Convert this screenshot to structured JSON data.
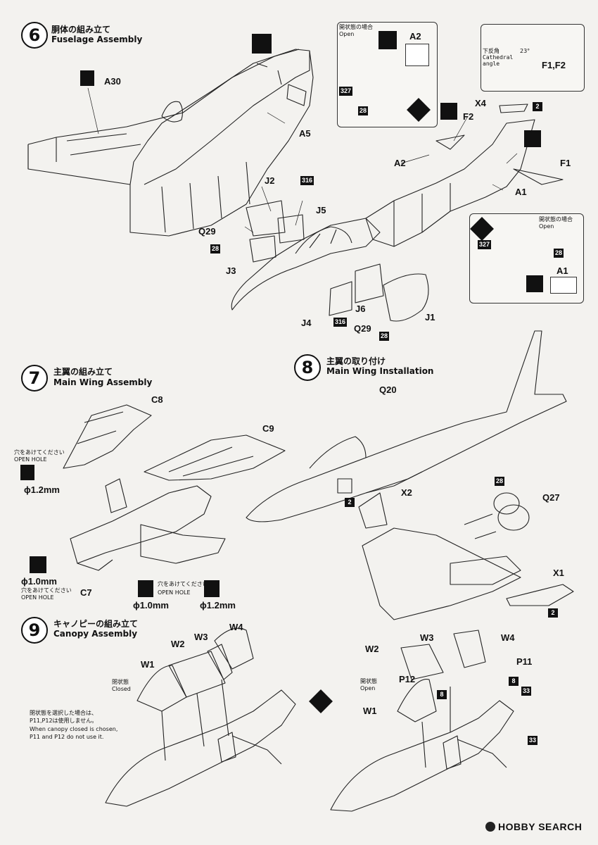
{
  "step6": {
    "num": "6",
    "jp": "胴体の組み立て",
    "en": "Fuselage Assembly",
    "labels": {
      "a30": "A30",
      "a5": "A5",
      "a2": "A2",
      "a1": "A1",
      "j2": "J2",
      "j3": "J3",
      "j5": "J5",
      "j6": "J6",
      "j4": "J4",
      "j1": "J1",
      "q29a": "Q29",
      "q29b": "Q29",
      "x4": "X4",
      "f2": "F2",
      "f1": "F1",
      "f1f2": "F1,F2"
    },
    "boxes": {
      "b316a": "316",
      "b316b": "316",
      "b28a": "28",
      "b28b": "28",
      "b2": "2"
    },
    "inset_a2": {
      "jp": "開状態の場合",
      "en": "Open",
      "label": "A2",
      "b327": "327",
      "b28": "28"
    },
    "inset_a1": {
      "jp": "開状態の場合",
      "en": "Open",
      "label": "A1",
      "b327": "327",
      "b28": "28"
    },
    "inset_f": {
      "jp": "下反角",
      "en1": "Cathedral",
      "en2": "angle",
      "deg": "23°"
    }
  },
  "step7": {
    "num": "7",
    "jp": "主翼の組み立て",
    "en": "Main Wing Assembly",
    "labels": {
      "c8": "C8",
      "c9": "C9",
      "c7": "C7"
    },
    "hole1": {
      "jp": "穴をあけてください",
      "en": "OPEN HOLE",
      "dia": "ϕ1.2mm"
    },
    "hole2": {
      "jp": "穴をあけてください",
      "en": "OPEN HOLE",
      "dia": "ϕ1.0mm"
    },
    "hole3": {
      "jp": "穴をあけてください",
      "en": "OPEN HOLE",
      "dia": "ϕ1.0mm"
    },
    "hole4": {
      "dia": "ϕ1.2mm"
    }
  },
  "step8": {
    "num": "8",
    "jp": "主翼の取り付け",
    "en": "Main Wing Installation",
    "labels": {
      "q20": "Q20",
      "x2": "X2",
      "q27": "Q27",
      "x1": "X1"
    },
    "boxes": {
      "b2a": "2",
      "b28": "28",
      "b2b": "2"
    }
  },
  "step9": {
    "num": "9",
    "jp": "キャノピーの組み立て",
    "en": "Canopy Assembly",
    "closed": {
      "jp": "閉状態",
      "en": "Closed"
    },
    "open": {
      "jp": "開状態",
      "en": "Open"
    },
    "note_jp1": "閉状態を選択した場合は、",
    "note_jp2": "P11,P12は使用しません。",
    "note_en1": "When canopy closed is chosen,",
    "note_en2": "P11 and P12 do not use it.",
    "labels_left": {
      "w1": "W1",
      "w2": "W2",
      "w3": "W3",
      "w4": "W4"
    },
    "labels_right": {
      "w1": "W1",
      "w2": "W2",
      "w3": "W3",
      "w4": "W4",
      "p11": "P11",
      "p12": "P12"
    },
    "boxes": {
      "b8a": "8",
      "b8b": "8",
      "b33a": "33",
      "b33b": "33"
    }
  },
  "watermark": "HOBBY SEARCH"
}
